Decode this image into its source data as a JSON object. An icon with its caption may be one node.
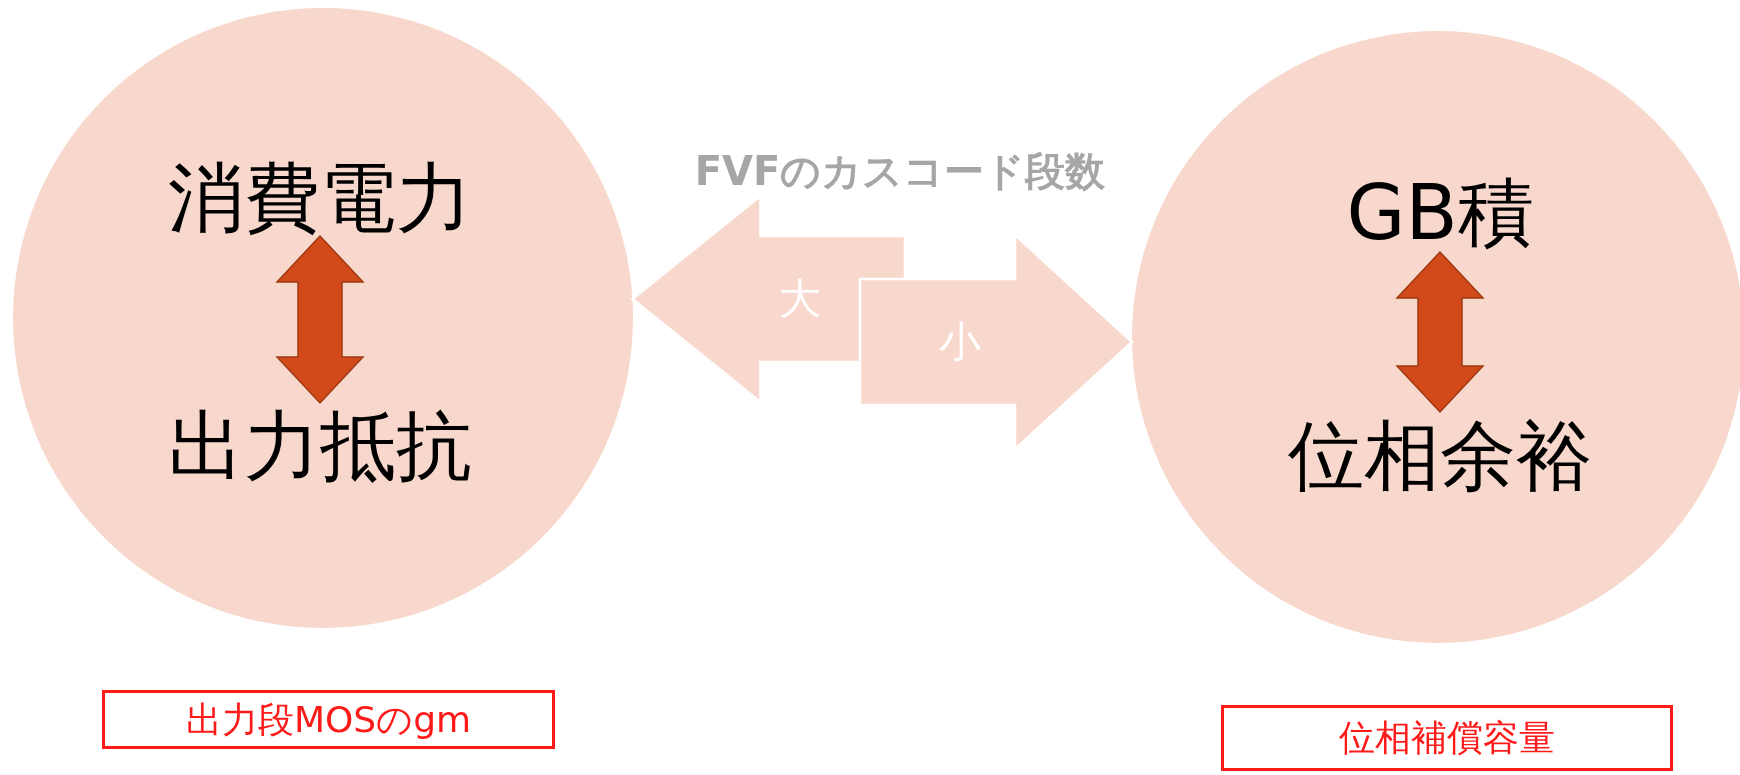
{
  "diagram": {
    "nodes": [
      {
        "text": [],
        "shape": "circle"
      },
      {
        "text": [
          "消費電力"
        ],
        "in": 0
      },
      {
        "text": [
          "出力抵抗"
        ],
        "in": 0
      },
      {
        "text": [],
        "shape": "circle"
      },
      {
        "text": [
          "GB積"
        ],
        "in": 3
      },
      {
        "text": [
          "位相余裕"
        ],
        "in": 3
      },
      {
        "text": [
          "出力段MOSのgm"
        ]
      },
      {
        "text": [
          "位相補償容量"
        ]
      }
    ],
    "edges": [
      {
        "from": 1,
        "to": 2,
        "arrow": "both",
        "color": "#d24a1a"
      },
      {
        "from": 4,
        "to": 5,
        "arrow": "both",
        "color": "#d24a1a"
      },
      {
        "from": null,
        "to": 0,
        "arrow": "to",
        "label": "大",
        "style": "thick"
      },
      {
        "from": null,
        "to": 3,
        "arrow": "to",
        "label": "小",
        "style": "thick"
      }
    ],
    "labels": [
      "FVFのカスコード段数"
    ]
  }
}
